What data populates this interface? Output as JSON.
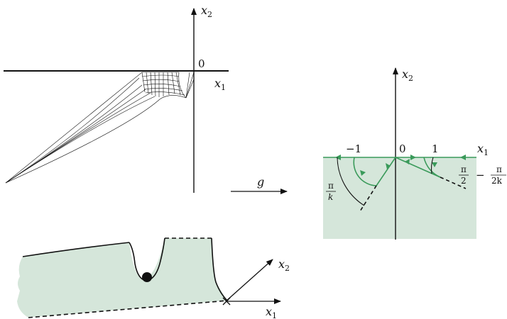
{
  "top_left": {
    "axis_x": "x",
    "axis_x_sub": "1",
    "axis_y": "x",
    "axis_y_sub": "2",
    "origin": "0"
  },
  "map_label": "g",
  "right": {
    "axis_x": "x",
    "axis_x_sub": "1",
    "axis_y": "x",
    "axis_y_sub": "2",
    "origin": "0",
    "tick_neg": "−1",
    "tick_pos": "1",
    "angle_left_num": "π",
    "angle_left_den": "k",
    "angle_right_a_num": "π",
    "angle_right_a_den": "2",
    "angle_right_minus": "−",
    "angle_right_b_num": "π",
    "angle_right_b_den": "2k"
  },
  "bottom": {
    "axis_x": "x",
    "axis_x_sub": "1",
    "axis_y": "x",
    "axis_y_sub": "2"
  },
  "colors": {
    "green": "#3a9a5a",
    "fill": "#d5e6da",
    "ink": "#111111"
  }
}
